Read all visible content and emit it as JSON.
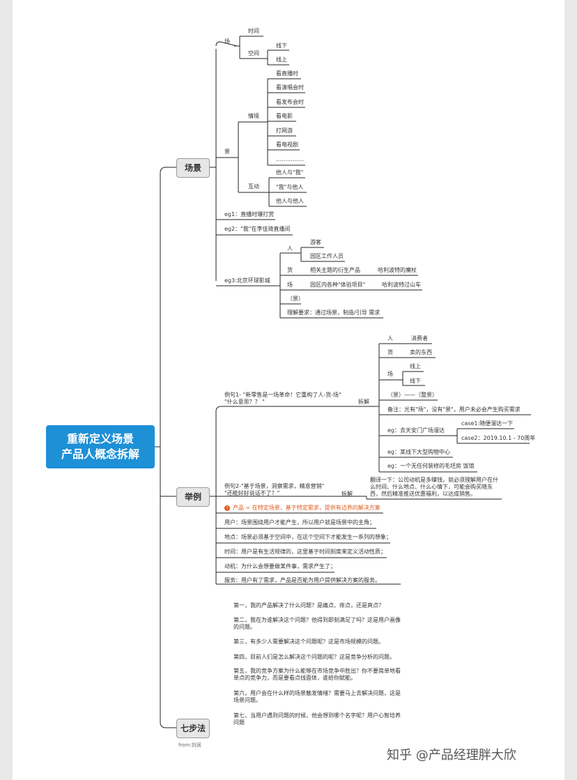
{
  "root": {
    "line1": "重新定义场景",
    "line2": "产品人概念拆解"
  },
  "branches": {
    "scene": "场景",
    "example": "举例",
    "seven": "七步法"
  },
  "scene": {
    "chang": "场",
    "time": "时间",
    "space": "空间",
    "offline": "线下",
    "online": "线上",
    "jing": "景",
    "qingjing": "情境",
    "situations": [
      "看直播时",
      "看演唱会时",
      "看发布会时",
      "看电影",
      "打网游",
      "看电视剧",
      "……………"
    ],
    "hudong": "互动",
    "interactions": [
      "他人与\"我\"",
      "\"我\"与他人",
      "他人与他人"
    ],
    "eg1": "eg1：直播时爆打赏",
    "eg2": "eg2：\"我\"在李佳琦直播间",
    "eg3": "eg3:北京环球影城",
    "ren": "人",
    "youke": "游客",
    "staff": "园区工作人员",
    "huo": "货",
    "goods": "相关主题的衍生产品",
    "goods_ex": "哈利波特的魔杖",
    "chang2": "场",
    "venue": "园区内各种\"体验项目\"",
    "venue_ex": "哈利波特过山车",
    "jing2": "（景）",
    "understand": "理解要求：通过场景，制造/引导 需求"
  },
  "example": {
    "q1_line1": "例句1- \"新零售是一场革命！它重构了人-货-场\"",
    "q1_line2": "\"什么意思？？ \"",
    "chaijie1": "拆解",
    "ren": "人",
    "consumer": "消费者",
    "huo": "货",
    "sold": "卖的东西",
    "chang": "场",
    "offline": "线上",
    "online": "线下",
    "jing": "（景）——（整景）",
    "note": "备注：光有\"场\"，没有\"景\"，用户未必会产生购买需求",
    "eg_tam": "eg：去天安门广场溜达",
    "case1": "case1:随便溜达一下",
    "case2": "case2：2019.10.1 - 70周年",
    "eg_mall": "eg：某线下大型购物中心",
    "eg_rough": "eg：一个无任何装修的毛坯房 饭馆",
    "q2_line1": "例句2-\"基于场景，洞察需求，精准营销\"",
    "q2_line2": "\"还能好好说话不了？\"",
    "chaijie2": "拆解",
    "translate": "翻译一下：公司动机是多赚钱，就必须理解用户在什么时间、什么地点、什么心情下，可能会购买随东西，然后精准推送优惠福利，以达成销售。",
    "product_def": "产品 = 在特定场景，基于特定需求，提供有边界的解决方案",
    "user": "用户：场景围绕用户才能产生，所以用户就是场景中的主角；",
    "place": "地点：场景必须基于空间中，在这个空间下才能发生一系列的想象；",
    "time": "时间：用户是有生活规律的，这里基于时间刻度来定义活动性质；",
    "motive": "动机：为什么会想要做某件事，需求产生了；",
    "service": "服务：用户有了需求，产品是否能为用户提供解决方案的服务。"
  },
  "seven": {
    "steps": [
      "第一，我的产品解决了什么问题？是痛点、痒点，还是爽点？",
      "第二，我在为谁解决这个问题？他得到即刻满足了吗？这是用户画像的问题。",
      "第三，有多少人需要解决这个问题呢？这是市场规模的问题。",
      "第四，目前人们是怎么解决这个问题的呢？这是竞争分析的问题。",
      "第五，我的竞争方案为什么能够在市场竞争中胜出？你不要简单地看单点的竞争力，而是要看点线面体，谁给你赋能。",
      "第六，用户会在什么样的场景触发情绪？需要马上去解决问题，这是场景问题。",
      "第七，当用户遇到问题的时候，他会想到哪个名字呢？用户心智培养问题"
    ],
    "from": "from:刘润"
  },
  "watermark": "知乎 @产品经理胖大欣"
}
